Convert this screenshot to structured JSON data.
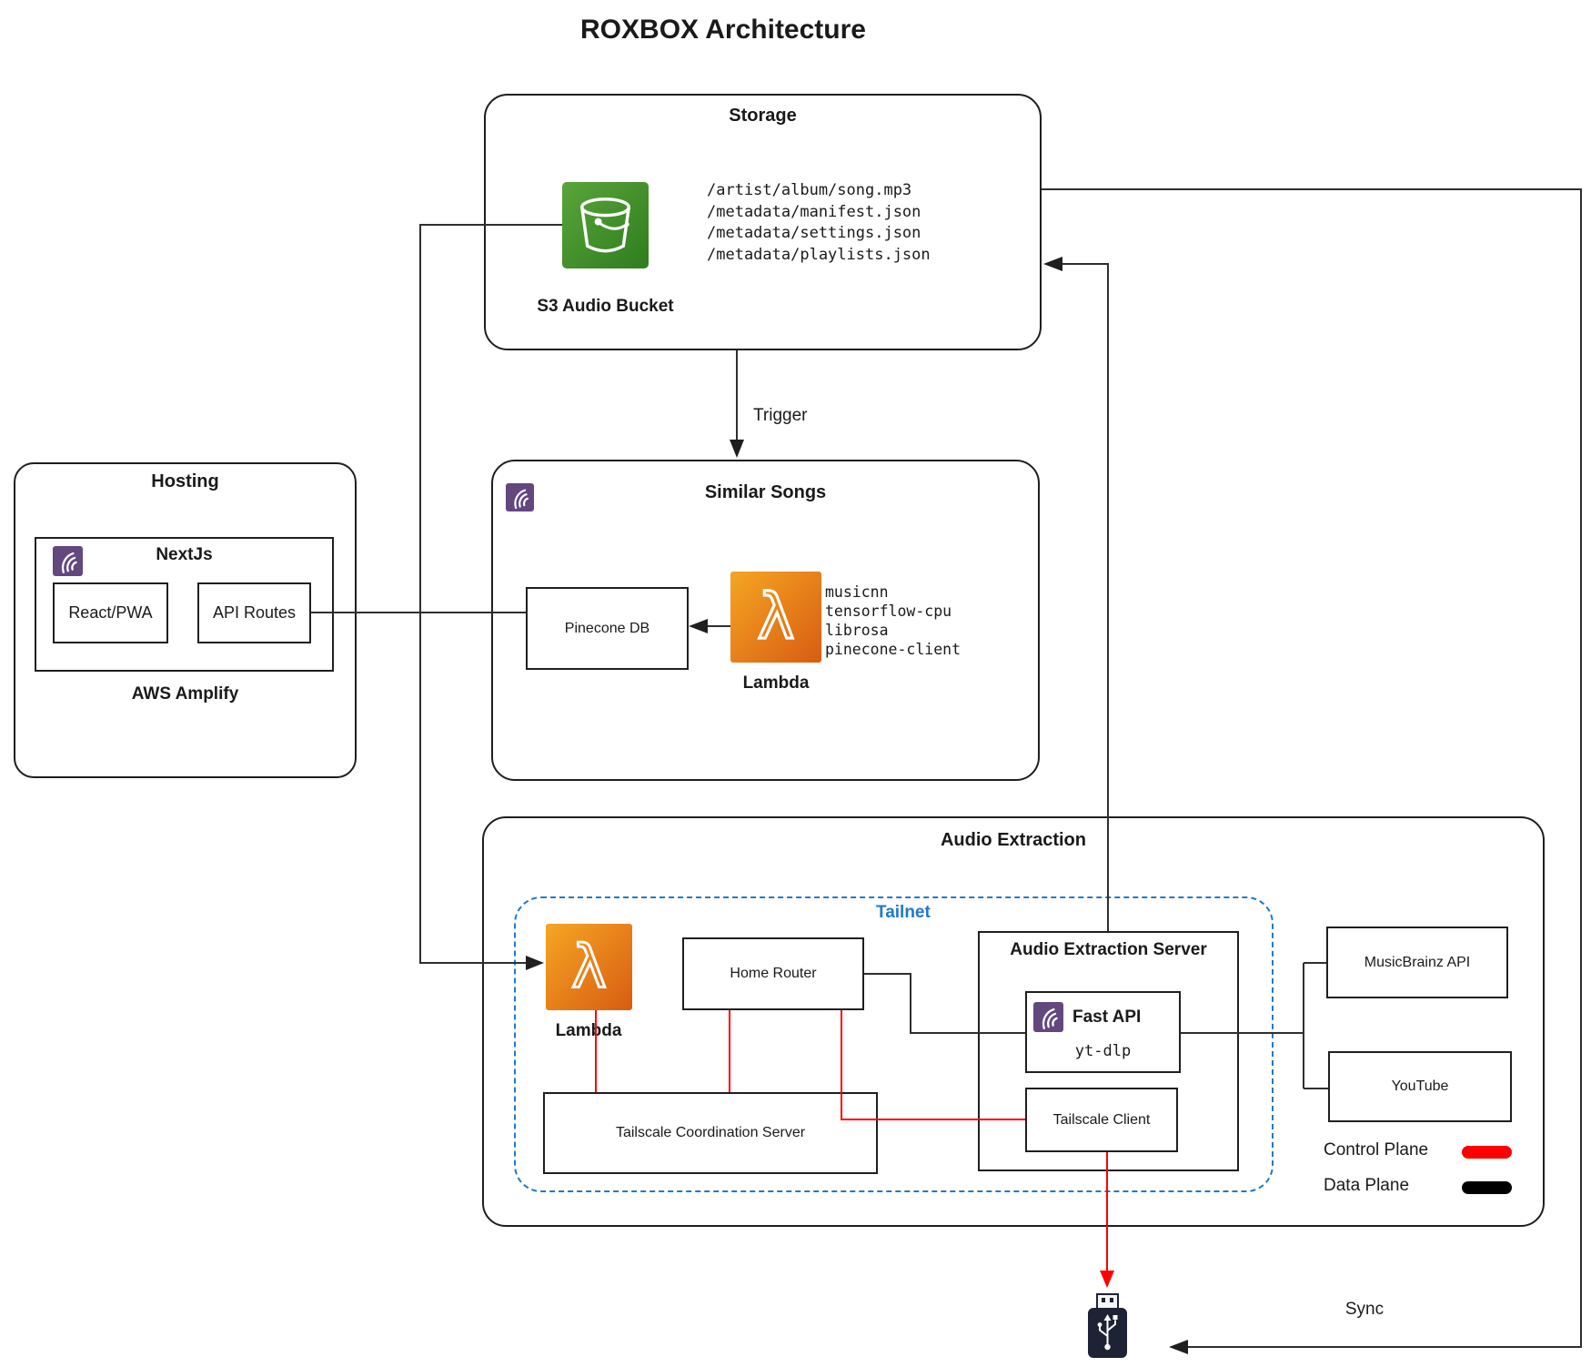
{
  "title": "ROXBOX Architecture",
  "storage": {
    "title": "Storage",
    "s3_label": "S3 Audio Bucket",
    "paths": [
      "/artist/album/song.mp3",
      "/metadata/manifest.json",
      "/metadata/settings.json",
      "/metadata/playlists.json"
    ]
  },
  "hosting": {
    "title": "Hosting",
    "nextjs": "NextJs",
    "react": "React/PWA",
    "api_routes": "API Routes",
    "amplify": "AWS Amplify"
  },
  "similar_songs": {
    "title": "Similar Songs",
    "pinecone": "Pinecone DB",
    "lambda": "Lambda",
    "libraries": [
      "musicnn",
      "tensorflow-cpu",
      "librosa",
      "pinecone-client"
    ]
  },
  "audio_extraction": {
    "title": "Audio Extraction",
    "tailnet": "Tailnet",
    "lambda": "Lambda",
    "home_router": "Home Router",
    "coordination": "Tailscale Coordination Server",
    "server_title": "Audio Extraction Server",
    "fast_api": "Fast API",
    "yt_dlp": "yt-dlp",
    "tailscale_client": "Tailscale Client",
    "musicbrainz": "MusicBrainz API",
    "youtube": "YouTube"
  },
  "labels": {
    "trigger": "Trigger",
    "sync": "Sync"
  },
  "legend": {
    "control": "Control Plane",
    "data": "Data Plane"
  },
  "colors": {
    "tailnet_blue": "#2279c9",
    "control_plane_red": "#ff0000",
    "data_plane_black": "#000000",
    "s3_green_light": "#5aa53a",
    "s3_green_dark": "#2e7d1e",
    "lambda_orange_light": "#f5a623",
    "lambda_orange_dark": "#d85c12",
    "icon_purple": "#63477f"
  }
}
